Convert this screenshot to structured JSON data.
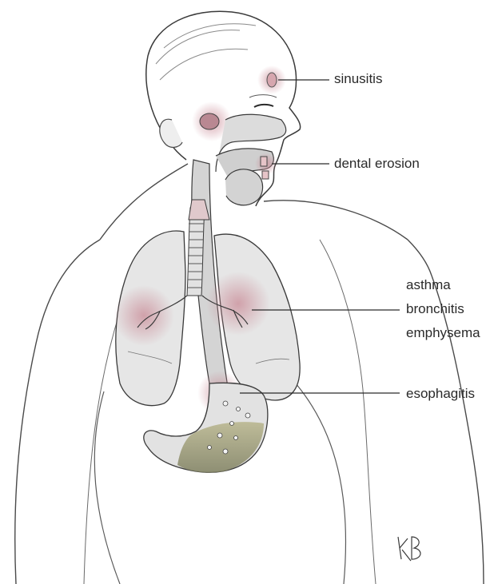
{
  "labels": {
    "sinusitis": "sinusitis",
    "dental_erosion": "dental erosion",
    "lung_conditions": [
      "asthma",
      "bronchitis",
      "emphysema"
    ],
    "esophagitis": "esophagitis"
  },
  "signature": "KB",
  "colors": {
    "outline": "#3a3a3a",
    "inflammation": "#c98a96",
    "tissue": "#d9d9d9",
    "stomach_acid": "#9a9a70"
  }
}
